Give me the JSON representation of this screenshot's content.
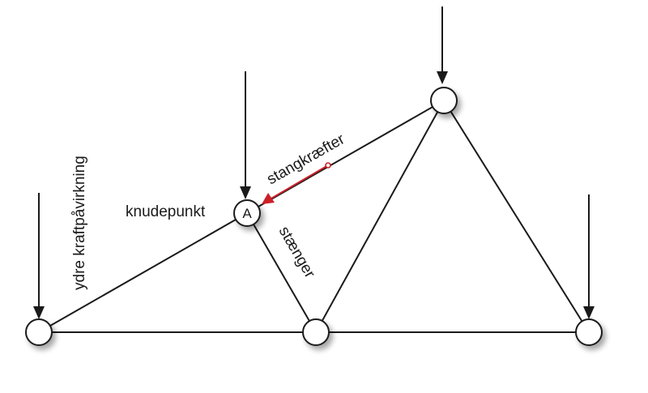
{
  "labels": {
    "external_force": "ydre kraftpåvirkning",
    "joint": "knudepunkt",
    "bar_forces": "stangkræfter",
    "bars": "stænger"
  },
  "node_letter": "A",
  "colors": {
    "line": "#1a1a1a",
    "bar_force_arrow": "#cc2027",
    "node_fill": "#ffffff"
  }
}
